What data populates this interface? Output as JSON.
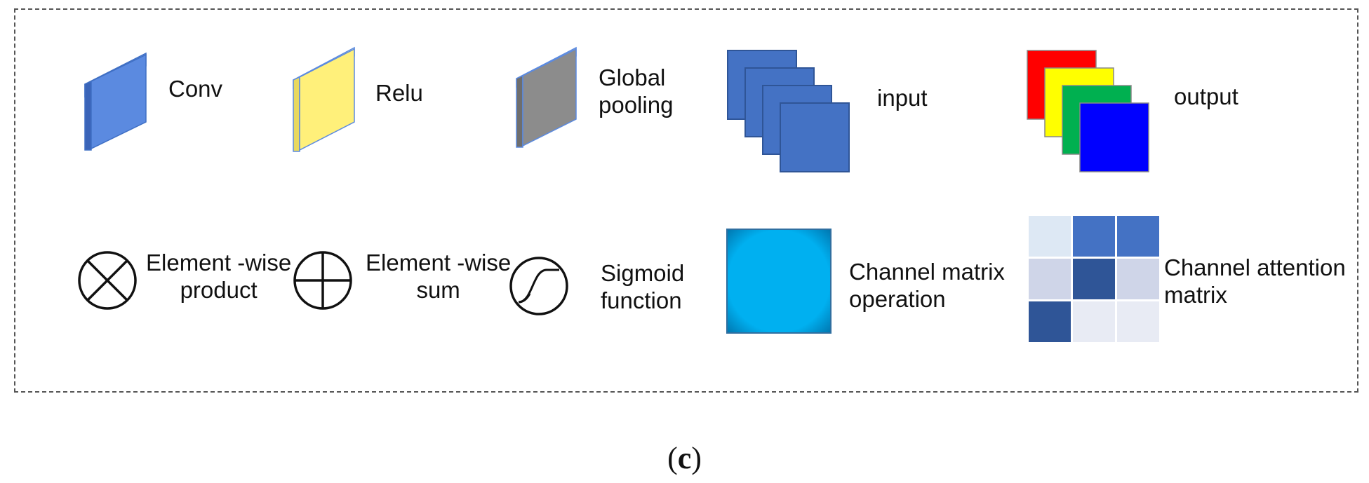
{
  "legend": {
    "conv": "Conv",
    "relu": "Relu",
    "global_pooling": "Global\npooling",
    "input": "input",
    "output": "output",
    "element_wise_product": "Element -wise\nproduct",
    "element_wise_sum": "Element -wise\nsum",
    "sigmoid_function": "Sigmoid\nfunction",
    "channel_matrix_operation": "Channel matrix\noperation",
    "channel_attention_matrix": "Channel attention\nmatrix"
  },
  "caption": {
    "open": "(",
    "letter": "c",
    "close": ")"
  },
  "colors": {
    "conv": "#5b8ae0",
    "relu": "#fff07a",
    "pooling": "#8c8c8c",
    "input": "#4472c4",
    "output_layers": [
      "#ff0000",
      "#ffff00",
      "#00b050",
      "#0000ff"
    ],
    "channel_matrix": "#00b0f0",
    "attention_cells": [
      "#dde8f4",
      "#4472c4",
      "#4472c4",
      "#cfd5e8",
      "#2f5597",
      "#cfd5e8",
      "#2f5597",
      "#e8ebf4",
      "#e8ebf4"
    ]
  },
  "icons": [
    "conv-slab-icon",
    "relu-slab-icon",
    "pooling-slab-icon",
    "input-stack-icon",
    "output-stack-icon",
    "element-wise-product-icon",
    "element-wise-sum-icon",
    "sigmoid-icon",
    "channel-matrix-icon",
    "channel-attention-matrix-icon"
  ]
}
